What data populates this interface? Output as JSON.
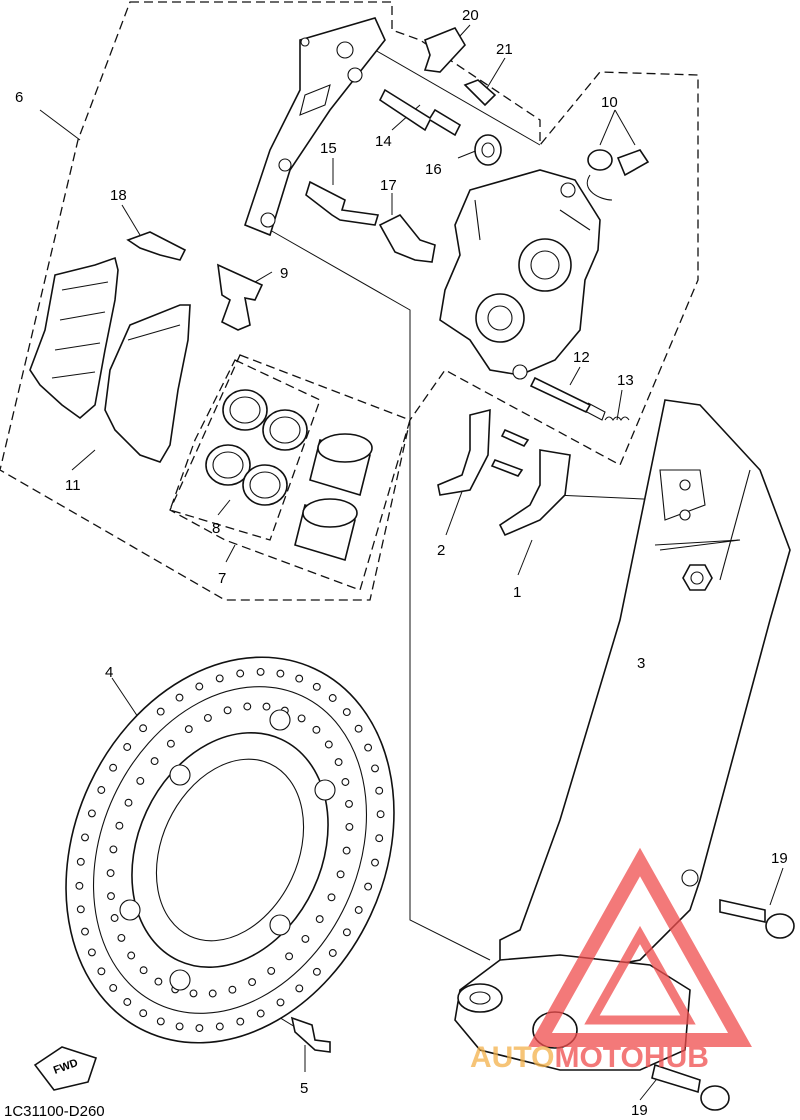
{
  "diagram": {
    "code": "1C31100-D260",
    "fwd_label": "FWD",
    "callouts": [
      "1",
      "2",
      "3",
      "4",
      "5",
      "6",
      "7",
      "8",
      "9",
      "10",
      "11",
      "12",
      "13",
      "14",
      "15",
      "16",
      "17",
      "18",
      "19",
      "19",
      "20",
      "21"
    ]
  },
  "watermark": {
    "text_a": "AUTO",
    "text_b": "MOTO",
    "text_c": "HUB",
    "color_primary": "#ef4d4d",
    "color_accent": "#f3b14a"
  }
}
